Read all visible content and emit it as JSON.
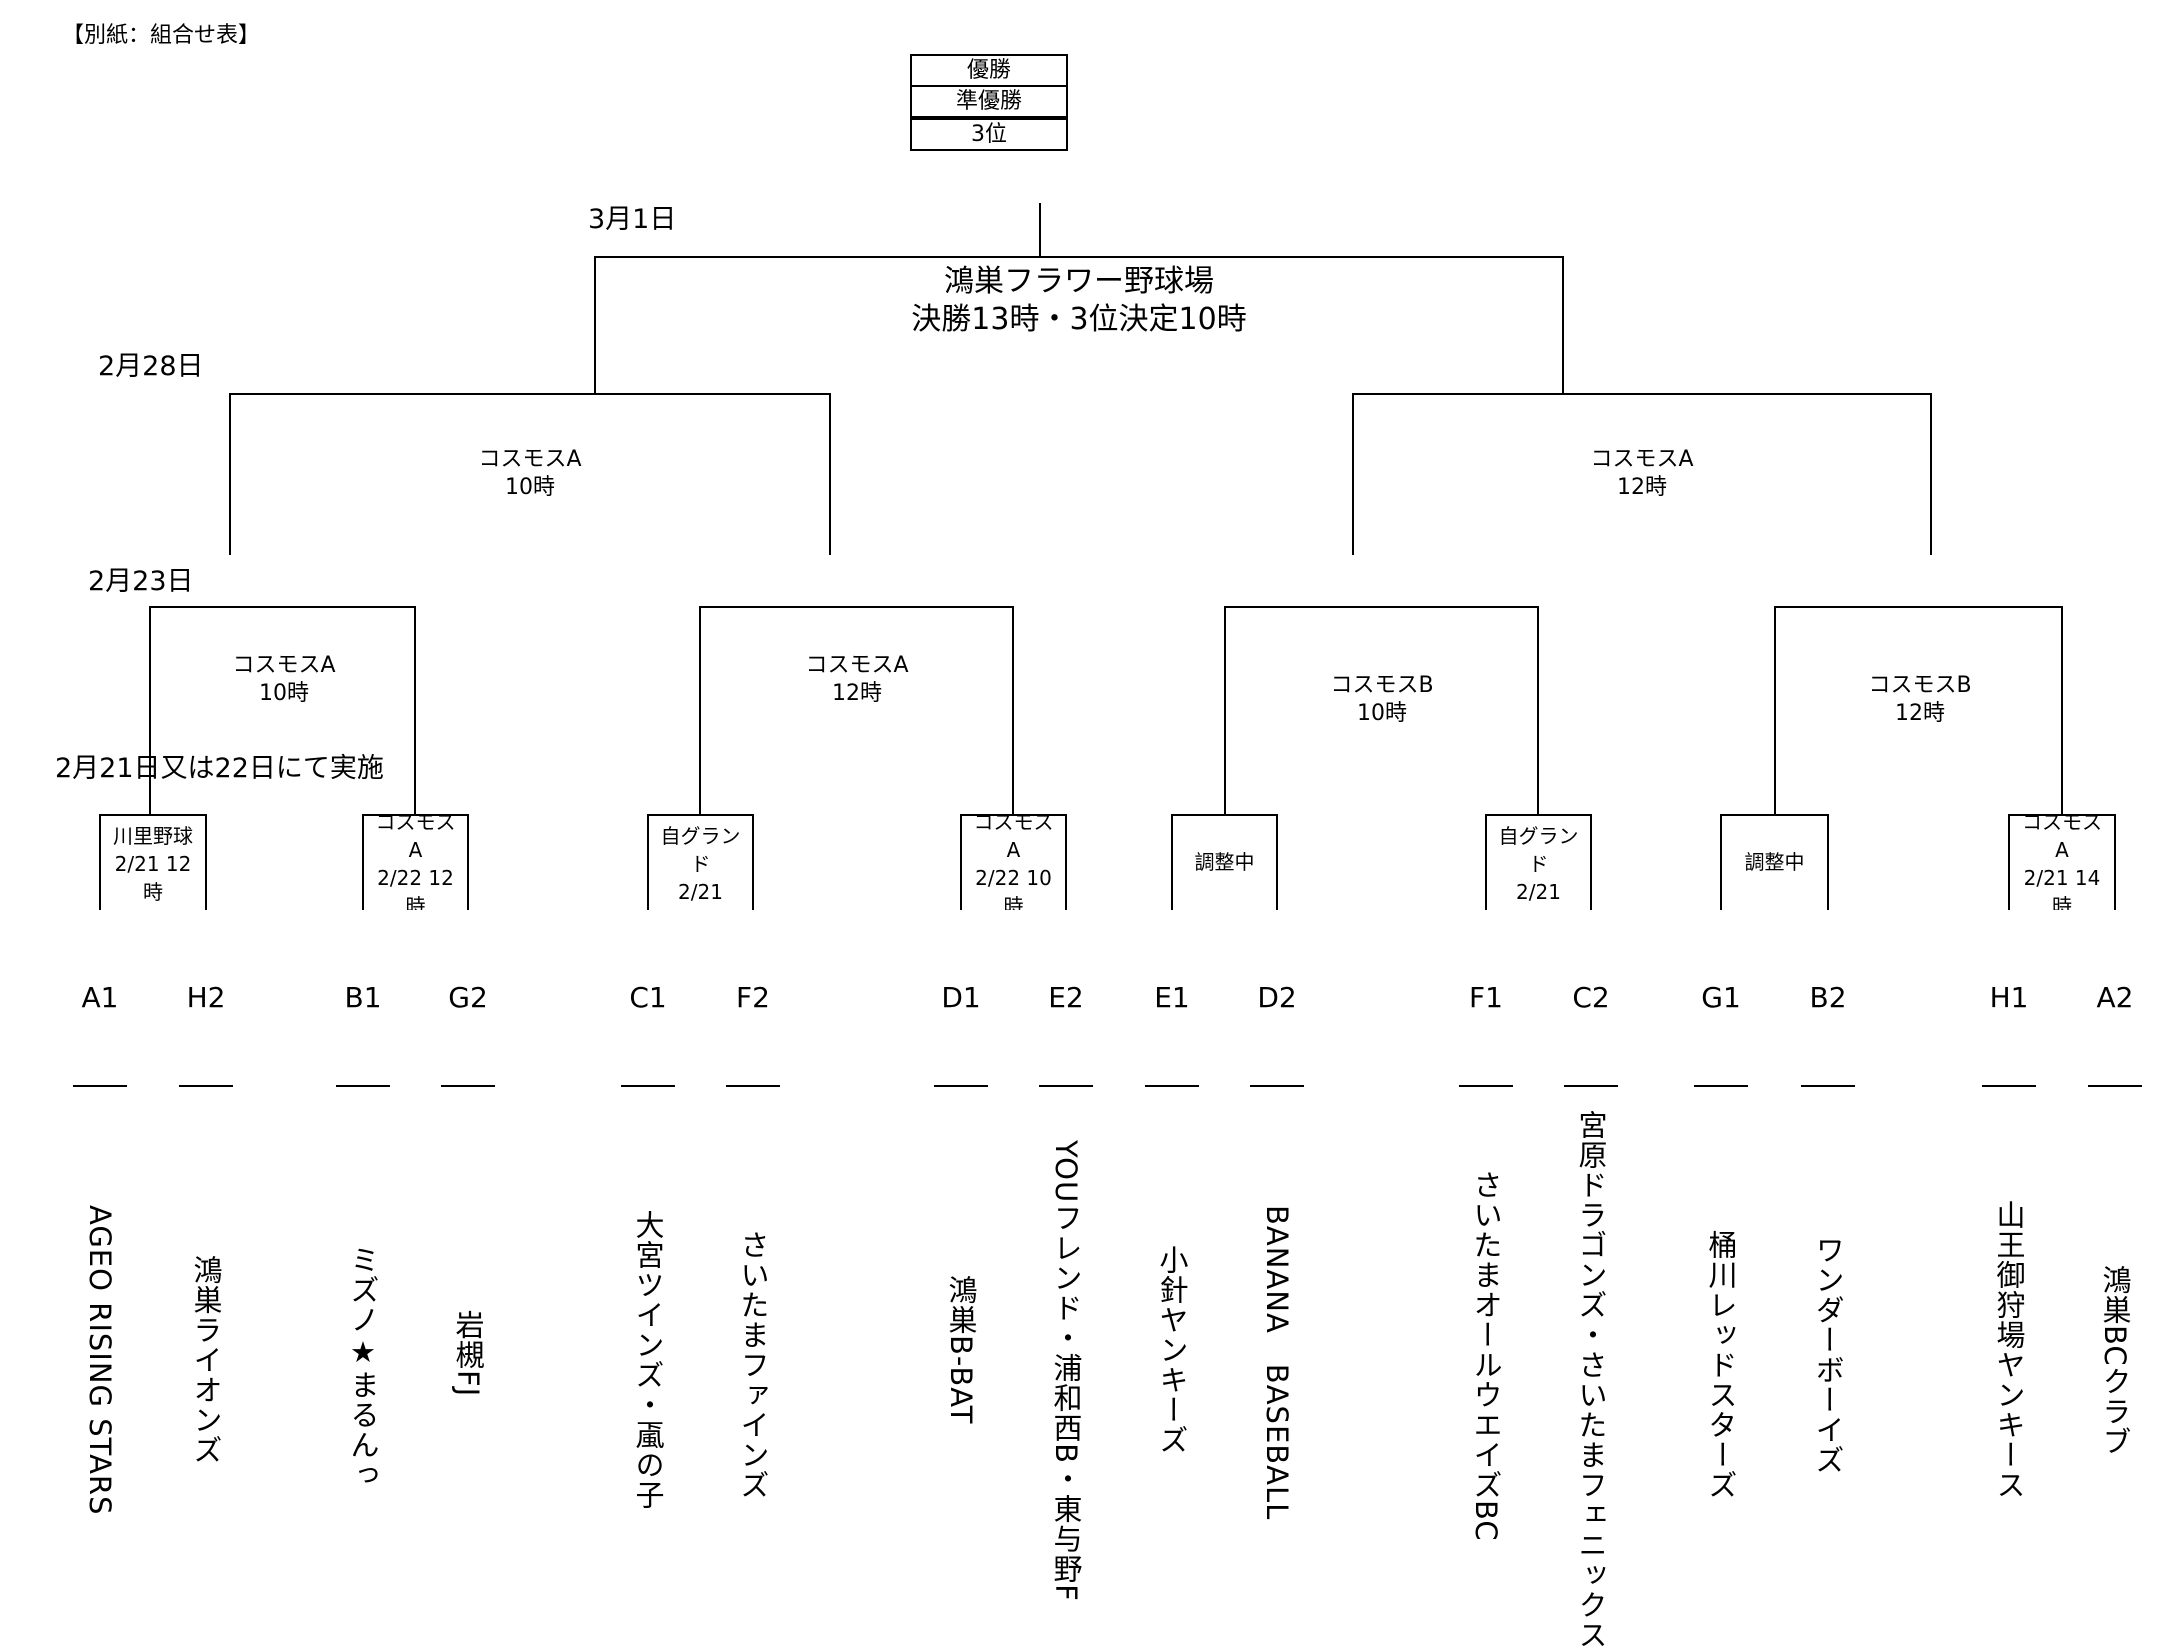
{
  "header": "【別紙：組合せ表】",
  "ranking": [
    "優勝",
    "準優勝",
    "3位"
  ],
  "dates": {
    "final": "3月1日",
    "semi": "2月28日",
    "quarter": "2月23日",
    "first": "2月21日又は22日にて実施"
  },
  "final_venue": {
    "line1": "鴻巣フラワー野球場",
    "line2": "決勝13時・3位決定10時"
  },
  "semi_venues": [
    {
      "line1": "コスモスA",
      "line2": "10時"
    },
    {
      "line1": "コスモスA",
      "line2": "12時"
    }
  ],
  "quarter_venues": [
    {
      "line1": "コスモスA",
      "line2": "10時"
    },
    {
      "line1": "コスモスA",
      "line2": "12時"
    },
    {
      "line1": "コスモスB",
      "line2": "10時"
    },
    {
      "line1": "コスモスB",
      "line2": "12時"
    }
  ],
  "first_round": [
    {
      "lines": [
        "川里野球",
        "2/21 12",
        "時"
      ]
    },
    {
      "lines": [
        "コスモス",
        "A",
        "2/22 12",
        "時"
      ]
    },
    {
      "lines": [
        "自グラン",
        "ド",
        "2/21"
      ]
    },
    {
      "lines": [
        "コスモス",
        "A",
        "2/22 10",
        "時"
      ]
    },
    {
      "lines": [
        "調整中"
      ]
    },
    {
      "lines": [
        "自グラン",
        "ド",
        "2/21"
      ]
    },
    {
      "lines": [
        "調整中"
      ]
    },
    {
      "lines": [
        "コスモス",
        "A",
        "2/21 14",
        "時"
      ]
    }
  ],
  "slots": [
    "A1",
    "H2",
    "B1",
    "G2",
    "C1",
    "F2",
    "D1",
    "E2",
    "E1",
    "D2",
    "F1",
    "C2",
    "G1",
    "B2",
    "H1",
    "A2"
  ],
  "teams": [
    "AGEO RISING STARS",
    "鴻巣ライオンズ",
    "ミズノ★まるんっ",
    "岩槻FJ",
    "大宮ツインズ・颪の子",
    "さいたまファインズ",
    "鴻巣B-BAT",
    "YOUフレンド・浦和西B・東与野F",
    "小針ヤンキーズ",
    "BANANA　BASEBALL",
    "さいたまオールウエイズBC",
    "宮原ドラゴンズ・さいたまフェニックス",
    "桶川レッドスターズ",
    "ワンダーボーイズ",
    "山王御狩場ヤンキース",
    "鴻巣BCクラブ"
  ]
}
